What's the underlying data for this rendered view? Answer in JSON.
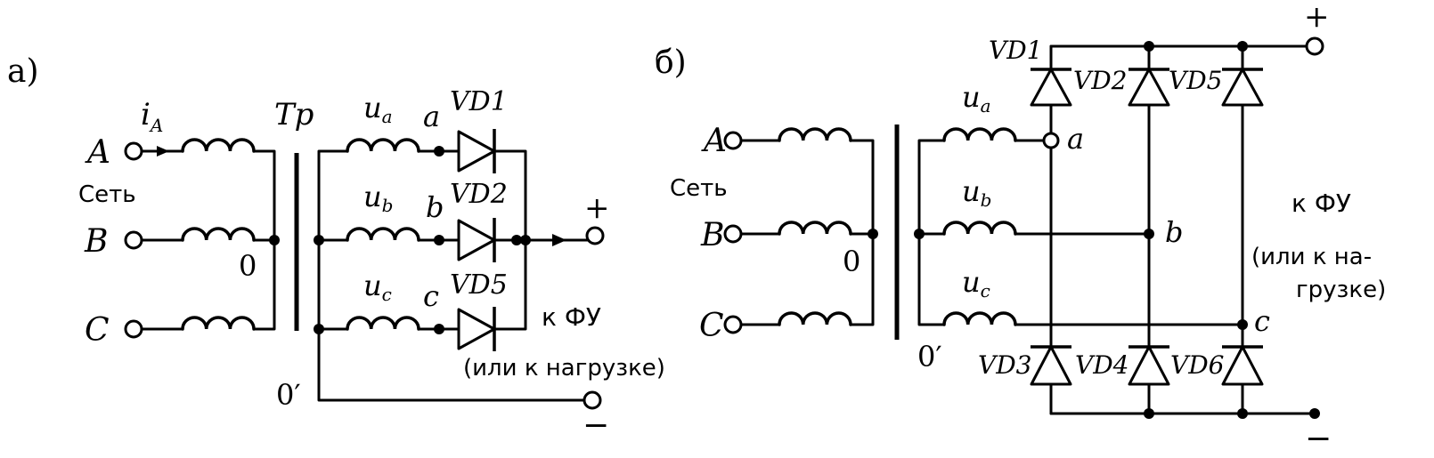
{
  "panel_a": {
    "label": "а)",
    "phases": {
      "A": "A",
      "B": "B",
      "C": "C"
    },
    "current": "i",
    "current_sub": "A",
    "network": "Сеть",
    "neutral_primary": "0",
    "transformer": "Tp",
    "windings": [
      {
        "u": "u",
        "sub": "a",
        "node": "a"
      },
      {
        "u": "u",
        "sub": "b",
        "node": "b"
      },
      {
        "u": "u",
        "sub": "c",
        "node": "c"
      }
    ],
    "diodes": [
      "VD1",
      "VD2",
      "VD5"
    ],
    "neutral_secondary": "0′",
    "plus": "+",
    "minus": "−",
    "output_line1": "к ФУ",
    "output_line2": "(или к нагрузке)"
  },
  "panel_b": {
    "label": "б)",
    "phases": {
      "A": "A",
      "B": "B",
      "C": "C"
    },
    "network": "Сеть",
    "neutral_primary": "0",
    "neutral_secondary": "0′",
    "windings": [
      {
        "u": "u",
        "sub": "a",
        "node": "a"
      },
      {
        "u": "u",
        "sub": "b",
        "node": "b"
      },
      {
        "u": "u",
        "sub": "c",
        "node": "c"
      }
    ],
    "diodes_top": [
      "VD1",
      "VD2",
      "VD5"
    ],
    "diodes_bottom": [
      "VD3",
      "VD4",
      "VD6"
    ],
    "plus": "+",
    "minus": "−",
    "output_line1": "к ФУ",
    "output_line2": "(или к на-",
    "output_line3": "грузке)"
  }
}
